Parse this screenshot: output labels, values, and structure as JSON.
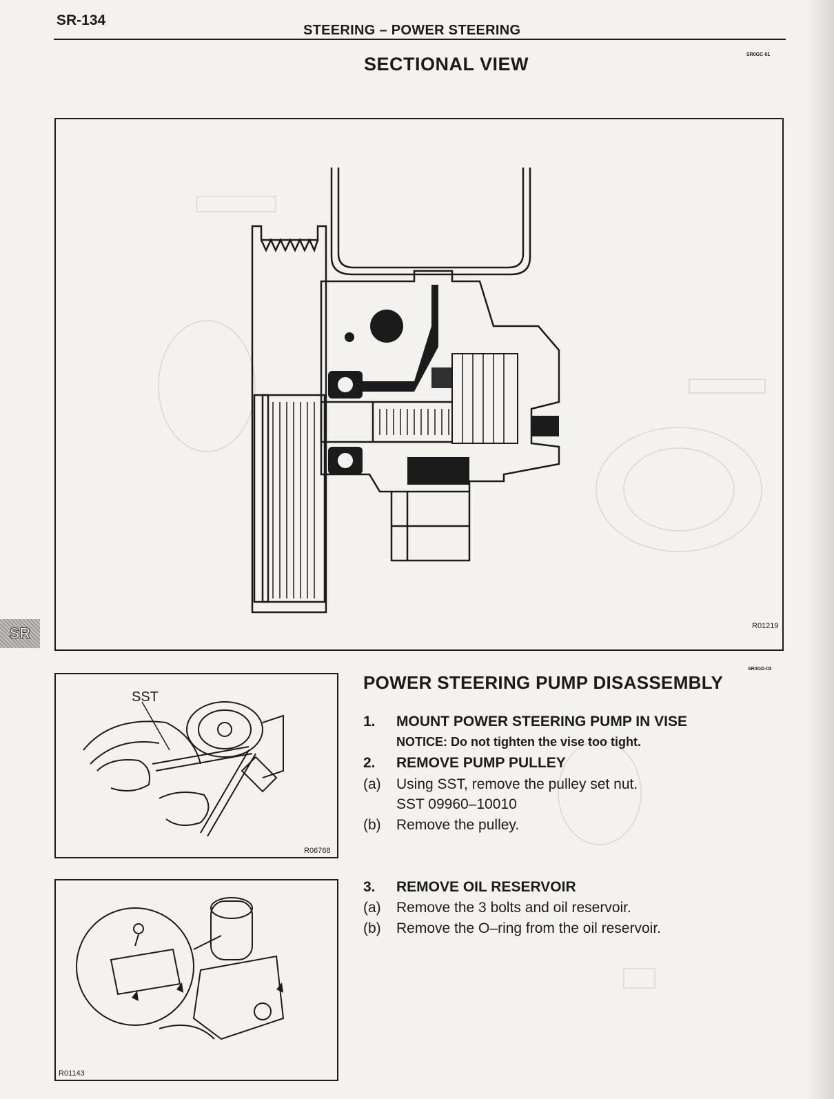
{
  "header": {
    "page_id": "SR-134",
    "section": "STEERING – POWER STEERING"
  },
  "sectional_view": {
    "title": "SECTIONAL VIEW",
    "doc_code": "SR0GC-01",
    "figure_code": "R01219"
  },
  "side_tab": "SR",
  "disassembly": {
    "title": "POWER STEERING PUMP DISASSEMBLY",
    "doc_code": "SR0GD-03",
    "figure1": {
      "label": "SST",
      "code": "R06768"
    },
    "figure2": {
      "code": "R01143"
    },
    "steps": [
      {
        "num": "1.",
        "text": "MOUNT POWER STEERING PUMP IN VISE"
      },
      {
        "notice": "NOTICE: Do not tighten the vise too tight."
      },
      {
        "num": "2.",
        "text": "REMOVE PUMP PULLEY"
      },
      {
        "num": "(a)",
        "text": "Using SST, remove the pulley set nut."
      },
      {
        "text": "SST 09960–10010"
      },
      {
        "num": "(b)",
        "text": "Remove the pulley."
      },
      {
        "num": "3.",
        "text": "REMOVE OIL RESERVOIR"
      },
      {
        "num": "(a)",
        "text": "Remove the 3 bolts and oil reservoir."
      },
      {
        "num": "(b)",
        "text": "Remove the O–ring from the oil reservoir."
      }
    ]
  }
}
